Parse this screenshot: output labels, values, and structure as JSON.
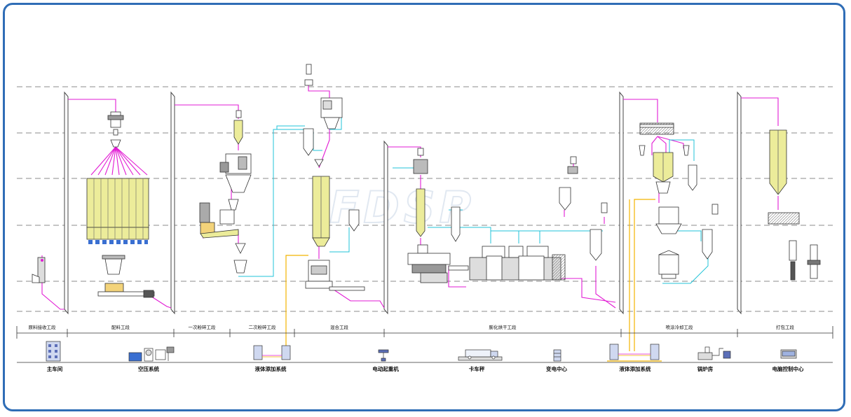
{
  "watermark": "FDSP",
  "colors": {
    "frame": "#2f6db6",
    "material_line": "#e21bd4",
    "air_line": "#22c3d8",
    "liquid_line": "#f2b300",
    "silo_fill": "#ecec9a",
    "dashed": "#666666"
  },
  "process_sections": [
    {
      "label": "原料接收工段"
    },
    {
      "label": "配料工段"
    },
    {
      "label": "一次粉碎工段"
    },
    {
      "label": "二次粉碎工段"
    },
    {
      "label": "混合工段"
    },
    {
      "label": "膨化烘干工段"
    },
    {
      "label": "喷涂冷却工段"
    },
    {
      "label": "打包工段"
    }
  ],
  "facilities": [
    {
      "label": "主车间",
      "icon": "building-icon"
    },
    {
      "label": "空压系统",
      "icon": "compressor-icon"
    },
    {
      "label": "液体添加系统",
      "icon": "liquid-tank-icon"
    },
    {
      "label": "电动起重机",
      "icon": "crane-icon"
    },
    {
      "label": "卡车秤",
      "icon": "truck-scale-icon"
    },
    {
      "label": "变电中心",
      "icon": "substation-icon"
    },
    {
      "label": "液体添加系统",
      "icon": "liquid-tank-icon"
    },
    {
      "label": "锅炉房",
      "icon": "boiler-icon"
    },
    {
      "label": "电脑控制中心",
      "icon": "computer-icon"
    }
  ]
}
